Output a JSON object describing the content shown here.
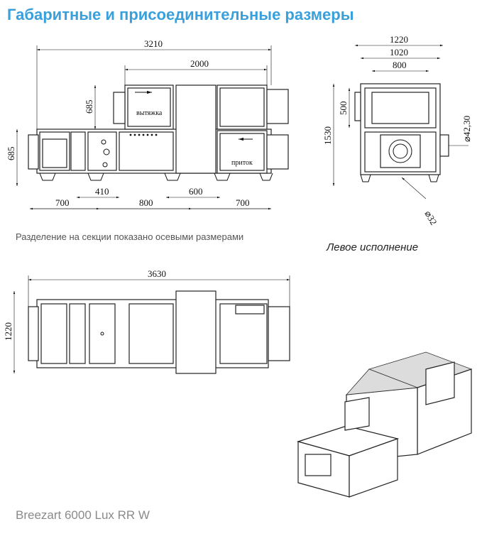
{
  "header": {
    "title": "Габаритные и присоединительные размеры"
  },
  "caption": "Разделение на секции показано осевыми размерами",
  "variant": "Левое исполнение",
  "model": "Breezart 6000 Lux RR W",
  "side_view": {
    "dims": {
      "total_length": "3210",
      "upper_length": "2000",
      "height_left": "685",
      "height_upper": "685",
      "d410": "410",
      "d600": "600",
      "d700a": "700",
      "d800": "800",
      "d700b": "700"
    },
    "labels": {
      "exhaust": "вытяжка",
      "supply": "приток"
    }
  },
  "end_view": {
    "dims": {
      "w1220": "1220",
      "w1020": "1020",
      "w800": "800",
      "h1530": "1530",
      "h500": "500",
      "dia_side": "⌀42,30",
      "dia_drain": "⌀32"
    }
  },
  "top_view": {
    "dims": {
      "length": "3630",
      "width": "1220"
    }
  }
}
